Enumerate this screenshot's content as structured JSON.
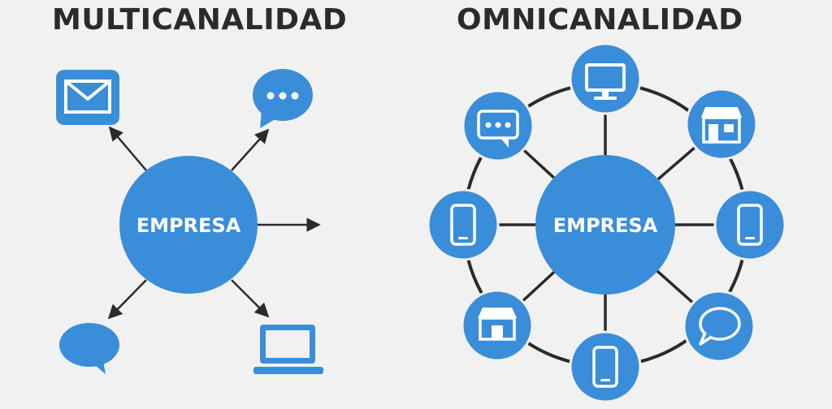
{
  "multichannel": {
    "title": "MULTICANALIDAD",
    "hub_label": "EMPRESA",
    "channels": [
      {
        "icon": "email-icon"
      },
      {
        "icon": "chat-bubble-dots-icon"
      },
      {
        "icon": "arrow-only"
      },
      {
        "icon": "speech-bubble-icon"
      },
      {
        "icon": "laptop-icon"
      }
    ]
  },
  "omnichannel": {
    "title": "OMNICANALIDAD",
    "hub_label": "EMPRESA",
    "channels": [
      {
        "icon": "monitor-icon"
      },
      {
        "icon": "store-icon"
      },
      {
        "icon": "smartphone-icon"
      },
      {
        "icon": "chat-bubble-icon"
      },
      {
        "icon": "smartphone-icon"
      },
      {
        "icon": "store-icon"
      },
      {
        "icon": "smartphone-icon"
      },
      {
        "icon": "chat-bubble-dots-icon"
      }
    ]
  },
  "colors": {
    "primary": "#3a8dd8",
    "line": "#2b2b2b",
    "background": "#f1f1f1",
    "icon_white": "#ffffff"
  }
}
